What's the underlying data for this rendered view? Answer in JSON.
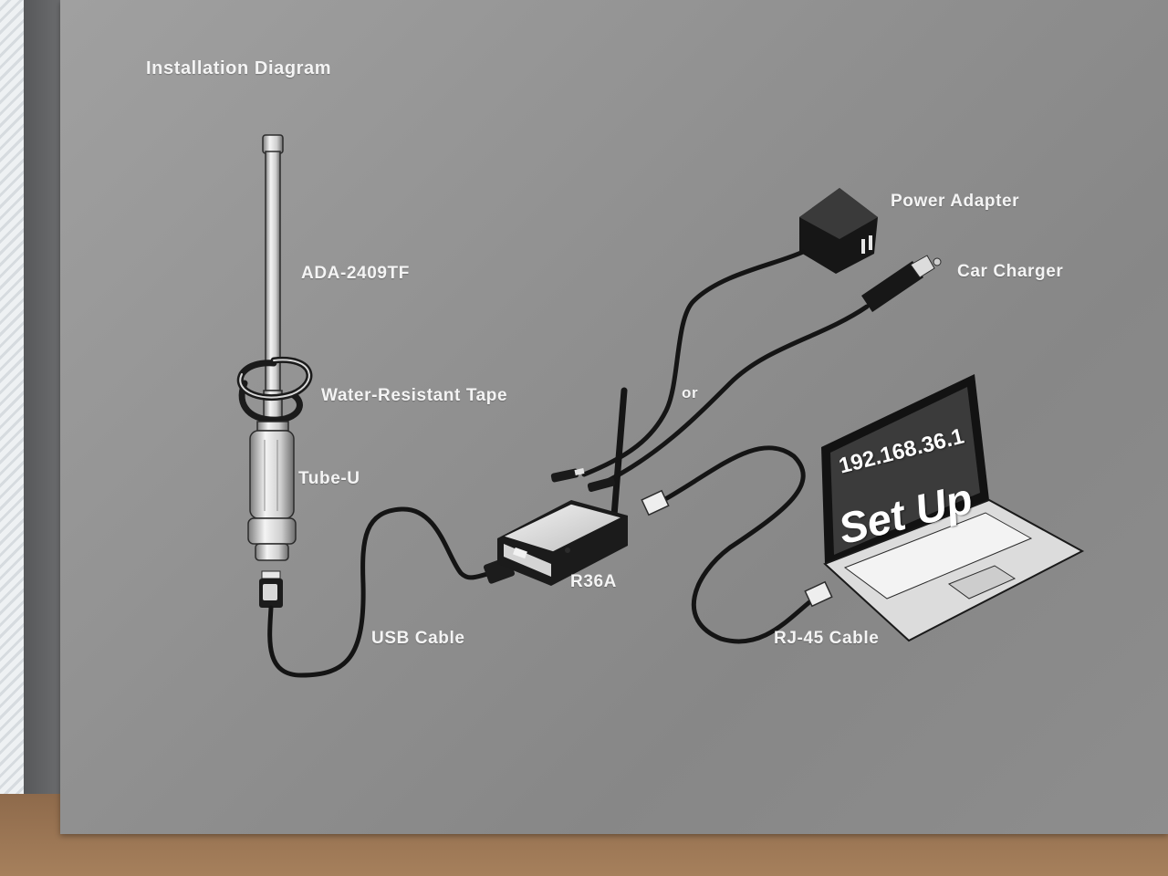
{
  "title": "Installation Diagram",
  "labels": {
    "antenna": "ADA-2409TF",
    "tape": "Water-Resistant Tape",
    "tube": "Tube-U",
    "usb_cable": "USB Cable",
    "router": "R36A",
    "or": "or",
    "power_adapter": "Power Adapter",
    "car_charger": "Car Charger",
    "rj45_cable": "RJ-45 Cable"
  },
  "laptop_screen": {
    "ip": "192.168.36.1",
    "action": "Set Up"
  }
}
